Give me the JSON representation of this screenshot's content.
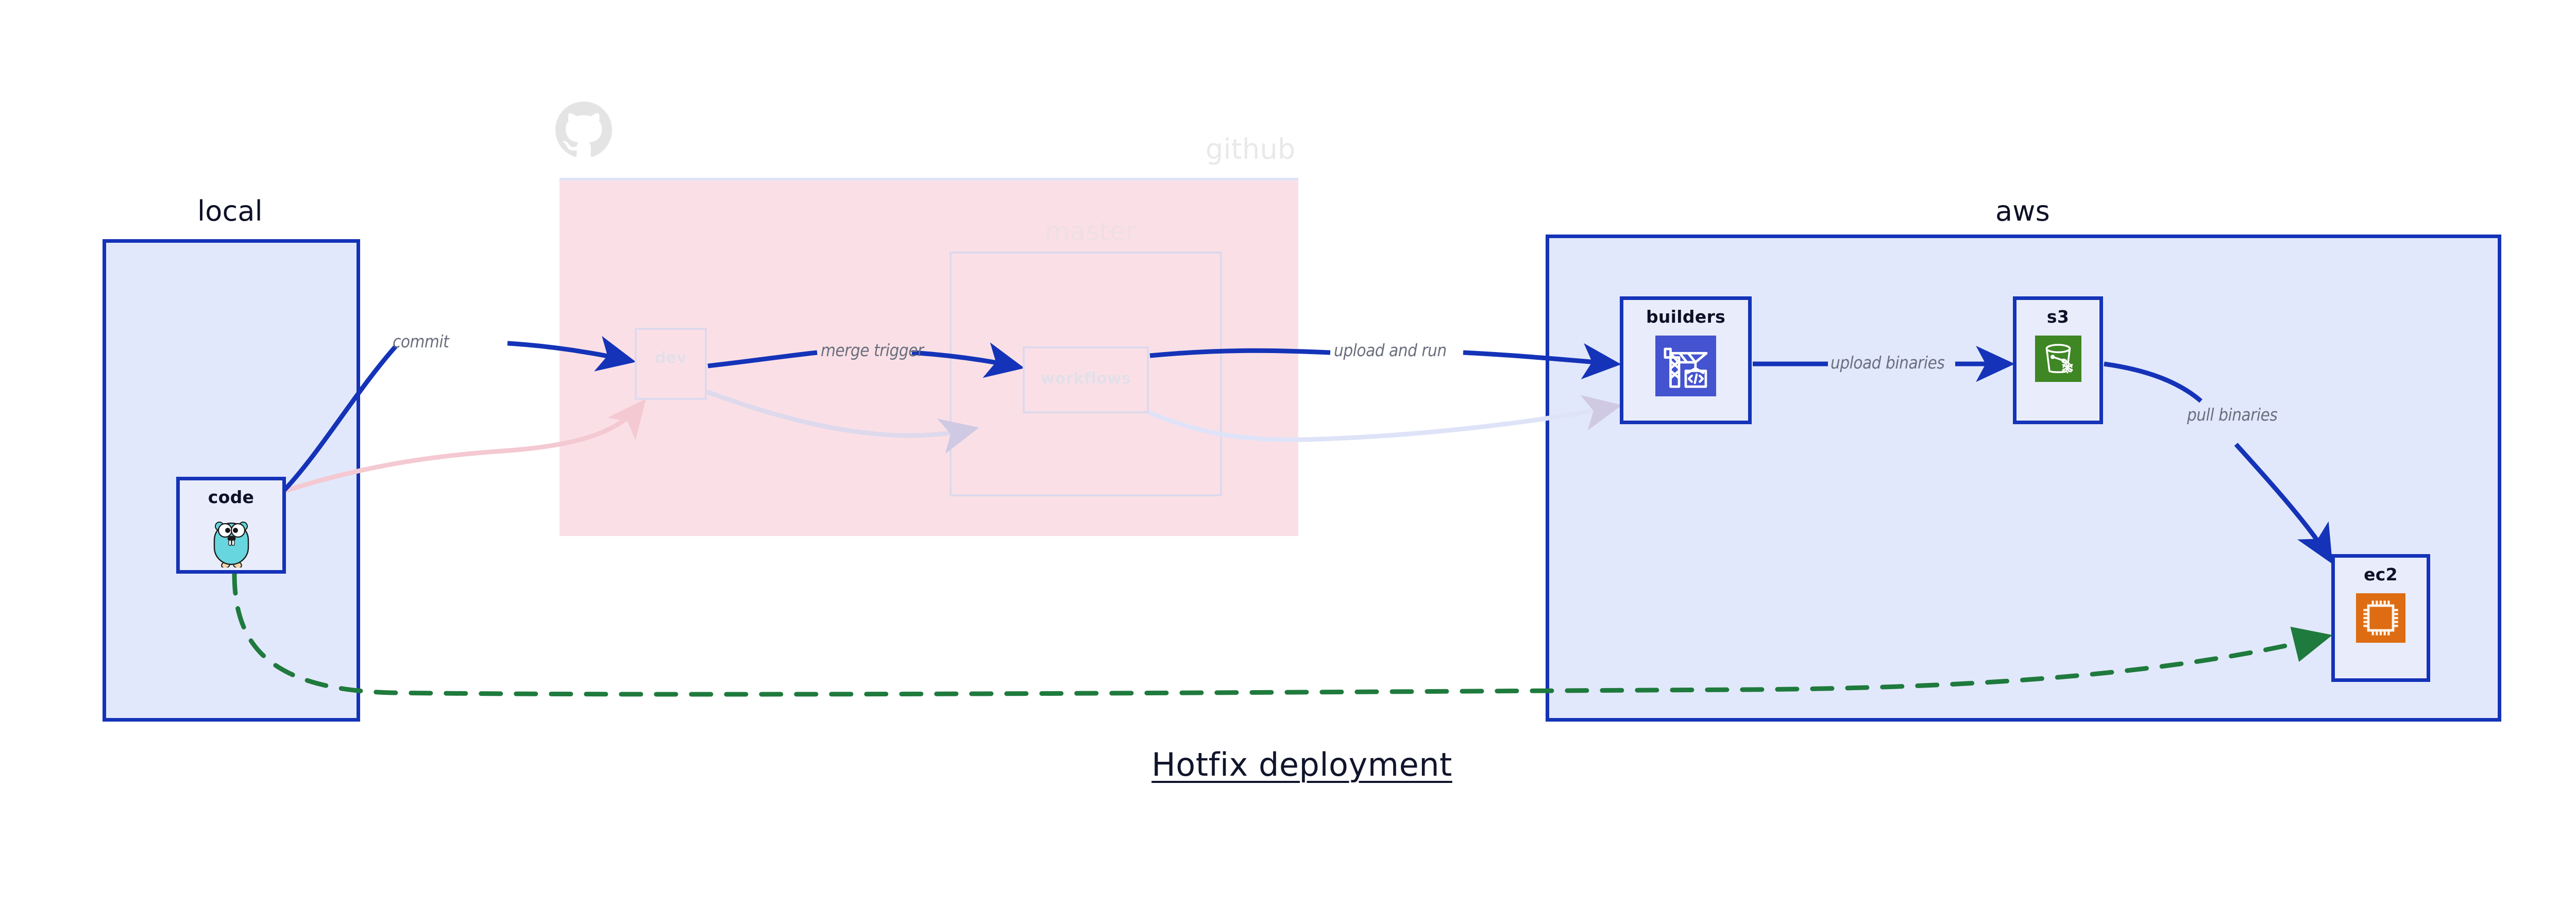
{
  "title": "Hotfix deployment",
  "colors": {
    "edge_blue": "#1433b8",
    "edge_green": "#1f7a3d",
    "group_blue_fill": "#e2e8fb",
    "group_blue_border": "#1433b8",
    "group_pink_fill": "#fae0e6",
    "faded_border": "#ded9ec",
    "label_gray": "#6a6e7d",
    "node_fill": "#e9edfb",
    "codebuild_indigo": "#4453cf",
    "s3_green": "#3f8624",
    "ec2_orange": "#dd6c12",
    "gopher_cyan": "#68d6de"
  },
  "groups": [
    {
      "id": "local",
      "label": "local",
      "style": "solid"
    },
    {
      "id": "github",
      "label": "github",
      "style": "faded",
      "sublabel": "master"
    },
    {
      "id": "aws",
      "label": "aws",
      "style": "solid"
    }
  ],
  "nodes": [
    {
      "id": "code",
      "label": "code",
      "icon": "gopher-icon",
      "group": "local",
      "state": "active"
    },
    {
      "id": "dev",
      "label": "dev",
      "icon": "none",
      "group": "github",
      "state": "faded"
    },
    {
      "id": "workflows",
      "label": "workflows",
      "icon": "none",
      "group": "github",
      "state": "faded"
    },
    {
      "id": "builders",
      "label": "builders",
      "icon": "codebuild-icon",
      "group": "aws",
      "state": "active"
    },
    {
      "id": "s3",
      "label": "s3",
      "icon": "s3-glacier-icon",
      "group": "aws",
      "state": "active"
    },
    {
      "id": "ec2",
      "label": "ec2",
      "icon": "ec2-chip-icon",
      "group": "aws",
      "state": "active"
    }
  ],
  "edges": [
    {
      "id": "commit",
      "label": "commit",
      "from": "code",
      "to": "dev",
      "style": "solid-blue"
    },
    {
      "id": "merge",
      "label": "merge trigger",
      "from": "dev",
      "to": "workflows",
      "style": "solid-blue"
    },
    {
      "id": "uploadrun",
      "label": "upload and run",
      "from": "workflows",
      "to": "builders",
      "style": "solid-blue"
    },
    {
      "id": "uploadbin",
      "label": "upload binaries",
      "from": "builders",
      "to": "s3",
      "style": "solid-blue"
    },
    {
      "id": "pullbin",
      "label": "pull binaries",
      "from": "s3",
      "to": "ec2",
      "style": "solid-blue"
    },
    {
      "id": "hotfix",
      "label": "",
      "from": "code",
      "to": "ec2",
      "style": "dashed-green"
    }
  ]
}
